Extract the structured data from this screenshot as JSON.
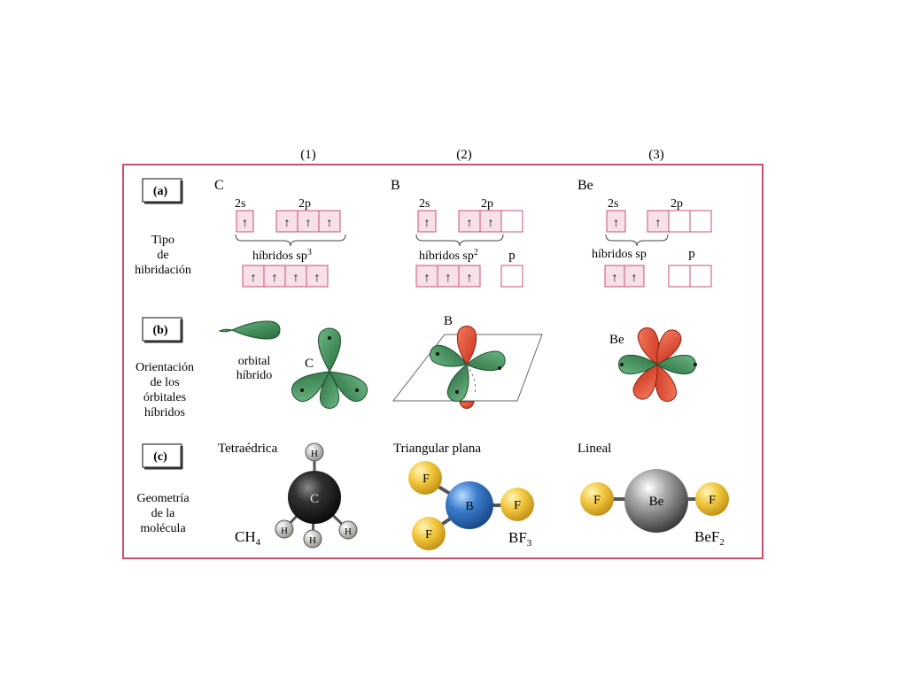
{
  "columns": [
    "(1)",
    "(2)",
    "(3)"
  ],
  "row_a": {
    "tag": "(a)",
    "label": [
      "Tipo",
      "de",
      "hibridación"
    ],
    "col1": {
      "element": "C",
      "s_label": "2s",
      "p_label": "2p",
      "hybrid_label": "híbridos sp",
      "hybrid_sup": "3"
    },
    "col2": {
      "element": "B",
      "s_label": "2s",
      "p_label": "2p",
      "hybrid_label": "híbridos sp",
      "hybrid_sup": "2",
      "p_extra": "p"
    },
    "col3": {
      "element": "Be",
      "s_label": "2s",
      "p_label": "2p",
      "hybrid_label": "híbridos sp",
      "p_extra": "p"
    },
    "arrow": "↑"
  },
  "row_b": {
    "tag": "(b)",
    "label": [
      "Orientación",
      "de los",
      "órbitales",
      "híbridos"
    ],
    "orbital_caption": [
      "orbital",
      "híbrido"
    ],
    "col1_atom": "C",
    "col2_atom": "B",
    "col3_atom": "Be"
  },
  "row_c": {
    "tag": "(c)",
    "label": [
      "Geometría",
      "de  la",
      "molécula"
    ],
    "col1": {
      "geometry": "Tetraédrica",
      "center": "C",
      "ligand": "H",
      "formula": "CH",
      "sub": "4"
    },
    "col2": {
      "geometry": "Triangular plana",
      "center": "B",
      "ligand": "F",
      "formula": "BF",
      "sub": "3"
    },
    "col3": {
      "geometry": "Lineal",
      "center": "Be",
      "ligand": "F",
      "formula": "BeF",
      "sub": "2"
    }
  },
  "colors": {
    "frame": "#c8506e",
    "box_fill": "#f7e0e8",
    "box_stroke": "#c8506e",
    "green_lobe": "#3f8a57",
    "red_lobe": "#e0432e",
    "carbon": "#1e1e1e",
    "hydrogen": "#cfcfc4",
    "fluorine": "#f0c23a",
    "boron": "#2f6eb8",
    "beryllium": "#9a9a9a"
  }
}
